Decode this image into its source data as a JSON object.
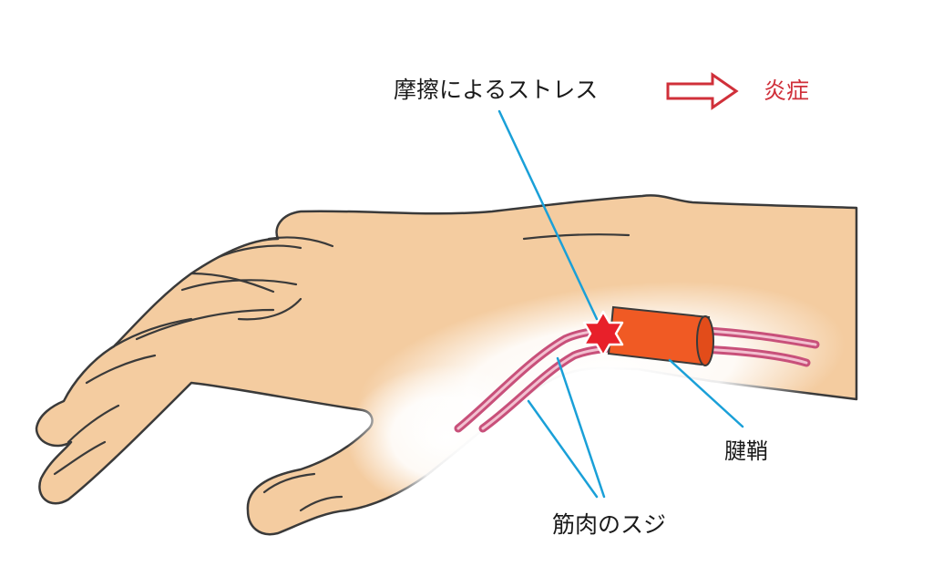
{
  "labels": {
    "friction_stress": "摩擦によるストレス",
    "inflammation": "炎症",
    "tendon_sheath": "腱鞘",
    "tendon": "筋肉のスジ"
  },
  "colors": {
    "skin": "#f4cca0",
    "outline": "#3a3a3a",
    "tendon_pink": "#c8507a",
    "tendon_light": "#f2c0d0",
    "sheath": "#f05a24",
    "star": "#e8202a",
    "leader_line": "#1aa0d8",
    "arrow_red": "#d0303a",
    "inflammation_text": "#d0303a"
  },
  "icons": {
    "arrow": "right-arrow-outline-icon",
    "star": "friction-burst-icon"
  }
}
